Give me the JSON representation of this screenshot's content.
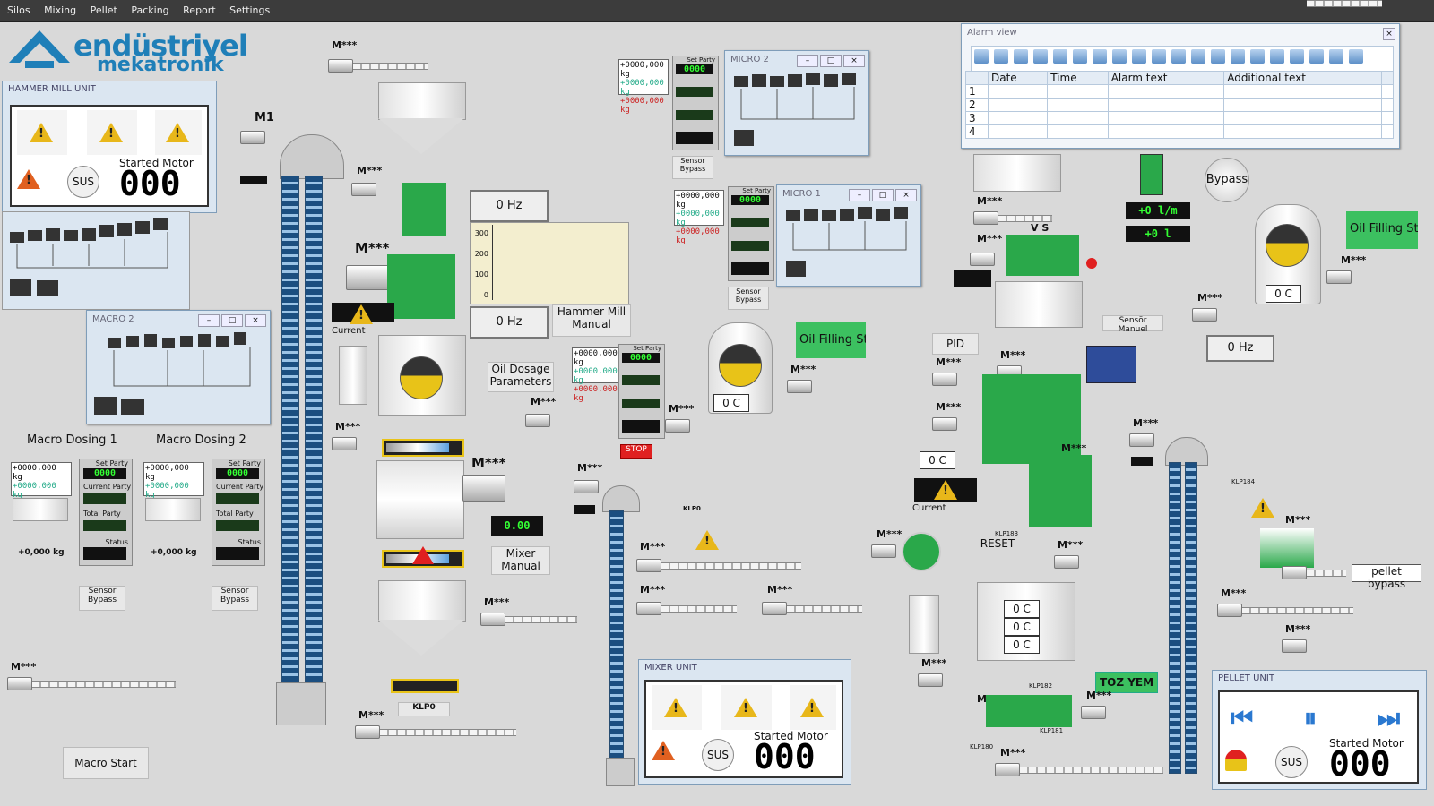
{
  "menu": [
    "Silos",
    "Mixing",
    "Pellet",
    "Packing",
    "Report",
    "Settings"
  ],
  "logo": {
    "line1": "endüstriyel",
    "line2": "mekatronik"
  },
  "hammer_mill_unit": {
    "title": "HAMMER MILL UNIT",
    "status": "Started Motor",
    "value": "000",
    "sus": "SUS"
  },
  "mixer_unit": {
    "title": "MIXER UNIT",
    "status": "Started Motor",
    "value": "000",
    "sus": "SUS"
  },
  "pellet_unit": {
    "title": "PELLET UNIT",
    "status": "Started Motor",
    "value": "000",
    "sus": "SUS"
  },
  "windows": {
    "macro2": "MACRO 2",
    "micro2": "MICRO 2",
    "micro1": "MICRO 1"
  },
  "labels": {
    "m1": "M1",
    "motor_placeholder": "M***",
    "macro_dosing_1": "Macro Dosing 1",
    "macro_dosing_2": "Macro Dosing 2",
    "hammer_mill_manual": "Hammer Mill Manual",
    "oil_dosage": "Oil Dosage Parameters",
    "mixer_manual": "Mixer Manual",
    "current": "Current",
    "pid": "PID",
    "reset": "RESET",
    "sensor_manuel": "Sensör Manuel",
    "toz_yem": "TOZ YEM",
    "pellet_bypass": "pellet bypass",
    "bypass": "Bypass",
    "macro_start": "Macro Start",
    "stop": "STOP",
    "klp0": "KLP0",
    "sensor_bypass": "Sensor Bypass",
    "oil_filling": "Oil Filling Start",
    "vs": "V S",
    "mixer_display": "0.00",
    "klp184": "KLP184",
    "klp183": "KLP183",
    "klp182": "KLP182",
    "klp181": "KLP181",
    "klp180": "KLP180",
    "flow1": "+0 l/m",
    "flow2": "+0 l"
  },
  "hz_displays": [
    "0 Hz",
    "0 Hz",
    "0 Hz"
  ],
  "temps": [
    "0 C",
    "0 C",
    "0 C",
    "0 C",
    "0 C",
    "0 C"
  ],
  "scale": {
    "set": "Set Party",
    "current": "Current Party",
    "total": "Total Party",
    "status": "Status",
    "v1": "+0000,000 kg",
    "v2": "+0000,000 kg",
    "v3": "+0000,000 kg",
    "small": "+0,000 kg",
    "lcd": "0000"
  },
  "gauge_ticks": [
    "300",
    "200",
    "100",
    "0"
  ],
  "alarm_view": {
    "title": "Alarm view",
    "columns": [
      "Date",
      "Time",
      "Alarm text",
      "Additional text"
    ],
    "rows": [
      "1",
      "2",
      "3",
      "4"
    ]
  },
  "colors": {
    "accent": "#1f7fb8",
    "green": "#2aa84a",
    "warning": "#e8b71a",
    "menubar": "#3c3c3c"
  }
}
